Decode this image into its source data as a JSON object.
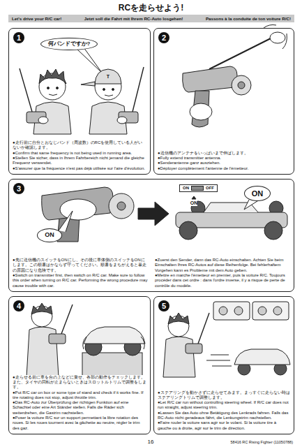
{
  "diagram": {
    "title": "RCを走らせよう!",
    "nodes": [
      {
        "text": [
          "Let's drive your R/C car!",
          "Jetzt soll die Fahrt mit Ihrem RC-Auto losgehen!",
          "Passons à la conduite de ton voiture R/C!"
        ]
      },
      {
        "text": [
          "●走行前に自分とおなじバンド（周波数）のRCを使用している人がいないか確認します。",
          "●Confirm that same frequency is not being used in running area.",
          "●Stellen Sie sicher, dass in Ihrem Fahrbereich nicht jemand die gleiche Frequenz verwendet.",
          "●S'assurer que la fréquence n'est pas déjà utilisée sur l'aire d'évolution."
        ]
      },
      {
        "text": [
          "1"
        ],
        "in": 1
      },
      {
        "text": [
          "何バンドですか?"
        ],
        "in": 1
      },
      {
        "text": [
          "●送信機のアンテナをいっぱいまで伸ばします。",
          "●Fully extend transmitter antenna.",
          "●Senderantenne ganz ausziehen.",
          "●Déployer complètement l'antenne de l'émetteur."
        ]
      },
      {
        "text": [
          "2"
        ],
        "in": 4
      },
      {
        "text": [
          "●先に送信機のスイッチをONにし、その後に車体側のスイッチをONにします。この順番はかならず守ってください。順番をまちがえると暴走の原因になり危険です。",
          "●Switch on transmitter first, then switch on R/C car. Make sure to follow this order when turning on R/C car. Performing the wrong procedure may cause trouble with car.",
          "●Zuerst den Sender, dann das RC-Auto einschalten. Achten Sie beim Einschalten Ihres RC-Autos auf diese Reihenfolge. Bei fehlerhaftem Vorgehen kann es Probleme mit dem Auto geben.",
          "●Mettre en marche l'émetteur en premier, puis la voiture R/C. Toujours procéder dans cet ordre : dans l'ordre inverse, il y a risque de perte de contrôle du modèle."
        ]
      },
      {
        "text": [
          "3"
        ],
        "in": 6
      },
      {
        "text": [
          "ON",
          "OFF"
        ],
        "in": 6
      },
      {
        "text": [
          "ON"
        ],
        "in": 6
      },
      {
        "text": [
          "ON"
        ],
        "in": 6
      },
      {
        "text": [
          "●走らせる前に車を台の上などに乗せ、各部の動作をチェックします。また、タイヤの回転が止まらないときはスロットルトリムで調整をします。",
          "●Put R/C car on box or some type of stand and check if it works fine. If tire rotating does not stop, adjust throttle trim.",
          "●Das RC-Auto zur Überprüfung der richtigen Funktion auf eine Schachtel oder eine Art Ständer stellen. Falls die Räder sich weiterdrehen, die Gastrim nachstellen.",
          "●Poser la voiture R/C sur un support permettant la libre rotation des roues. Si les roues tournent avec la gâchette au neutre, régler le trim des gaz."
        ]
      },
      {
        "text": [
          "4"
        ],
        "in": 11
      },
      {
        "text": [
          "●ステアリングを動かさずに走らせてみます。まっすぐに走らない時はステアリングトリムで調整します。",
          "●Let R/C car run without controlling steering wheel. If R/C car does not run straight, adjust steering trim.",
          "●Lassen Sie das Auto ohne Betätigung des Lenkrads fahren. Falls das RC-Auto nicht geradeaus fährt, die Lenkungstrim nachstellen.",
          "●Faire rouler la voiture sans agir sur le volant. Si la voiture tire à gauche ou à droite, agir sur le trim de direction."
        ]
      },
      {
        "text": [
          "5"
        ],
        "in": 13
      }
    ],
    "labels": [
      "T",
      "ON",
      "16",
      "58416 RC Rising Fighter (11050788)"
    ]
  }
}
